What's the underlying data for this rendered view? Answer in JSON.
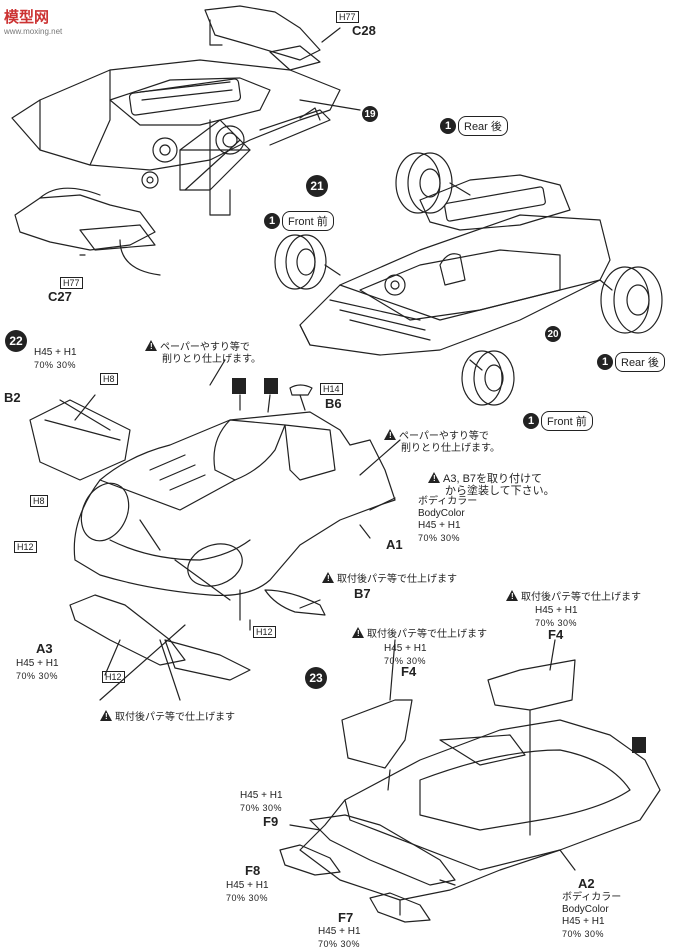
{
  "watermark": {
    "brand": "模型网",
    "url": "www.moxing.net"
  },
  "steps": {
    "s21": "21",
    "s22": "22",
    "s23": "23",
    "s19": "19",
    "s20": "20"
  },
  "parts": {
    "c28": "C28",
    "c27": "C27",
    "b2": "B2",
    "b6": "B6",
    "a1": "A1",
    "b7": "B7",
    "a3": "A3",
    "f4a": "F4",
    "f4b": "F4",
    "f9": "F9",
    "f8": "F8",
    "f7": "F7",
    "a2": "A2"
  },
  "codes": {
    "h77a": "H77",
    "h77b": "H77",
    "h8a": "H8",
    "h8b": "H8",
    "h12a": "H12",
    "h12b": "H12",
    "h12c": "H12",
    "h14": "H14"
  },
  "wheel_tags": {
    "rear_top": {
      "num": "1",
      "text": "Rear 後"
    },
    "front_left": {
      "num": "1",
      "text": "Front 前"
    },
    "rear_right": {
      "num": "1",
      "text": "Rear 後"
    },
    "front_bottom": {
      "num": "1",
      "text": "Front 前"
    }
  },
  "notes": {
    "paper_top": [
      "ペーパーやすり等で",
      "削りとり仕上げます。"
    ],
    "paper_right": [
      "ペーパーやすり等で",
      "削りとり仕上げます。"
    ],
    "paint_after": [
      "A3, B7を取り付けて",
      "から塗装して下さい。"
    ],
    "putty_b7": "取付後パテ等で仕上げます",
    "putty_f4": "取付後パテ等で仕上げます",
    "putty_f4_right": "取付後パテ等で仕上げます",
    "putty_a3": "取付後パテ等で仕上げます"
  },
  "paints": {
    "mix_formula": "H45 + H1",
    "mix_ratio": "70%   30%",
    "body_color_jp": "ボディカラー",
    "body_color_en": "BodyColor"
  }
}
